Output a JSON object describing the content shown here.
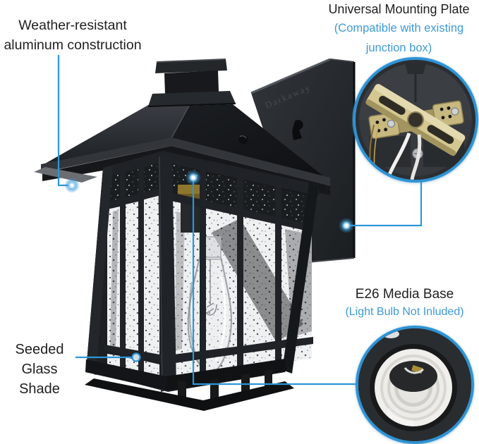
{
  "annotations": {
    "weather": {
      "line1": "Weather-resistant",
      "line2": "aluminum construction"
    },
    "mounting": {
      "title": "Universal Mounting Plate",
      "note_line1": "(Compatible with existing",
      "note_line2": "junction box)"
    },
    "socket": {
      "title": "E26 Media Base",
      "note": "(Light Bulb Not Inluded)"
    },
    "glass": {
      "line1": "Seeded",
      "line2": "Glass Shade"
    }
  },
  "lantern": {
    "brand_engraving": "Darkaway"
  },
  "colors": {
    "annotation_text": "#1f1f1f",
    "accent_blue_text": "#3d9ad6",
    "leader_line_blue": "#2d96d9",
    "inset_ring_blue": "#2e93d4",
    "lantern_black": "#1b1e21",
    "mounting_plate_brass": "#c9bb82",
    "socket_ceramic_white": "#efeeea"
  }
}
